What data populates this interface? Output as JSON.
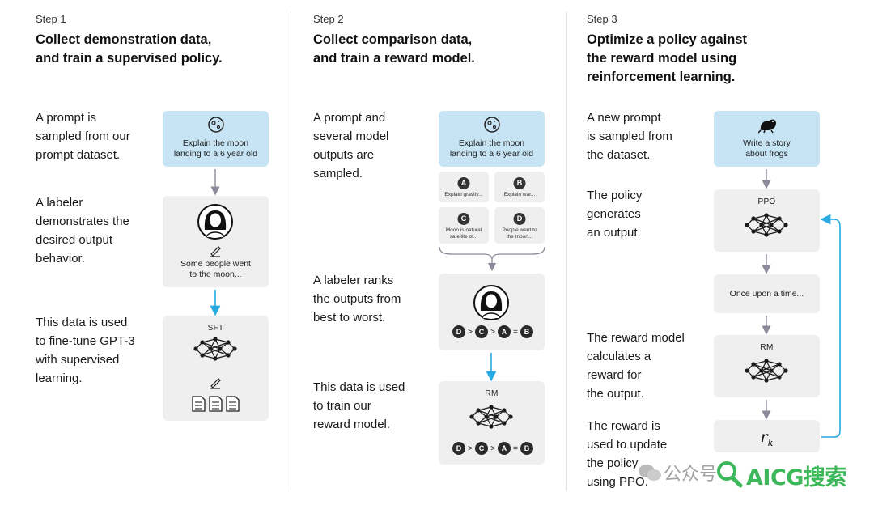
{
  "step1": {
    "label": "Step 1",
    "title": "Collect demonstration data,\nand train a supervised policy.",
    "desc1": "A prompt is\nsampled from our\nprompt dataset.",
    "desc2": "A labeler\ndemonstrates the\ndesired output\nbehavior.",
    "desc3": "This data is used\nto fine-tune GPT-3\nwith supervised\nlearning.",
    "prompt_text": "Explain the moon\nlanding to a 6 year old",
    "demo_text": "Some people went\nto the moon...",
    "model_label": "SFT"
  },
  "step2": {
    "label": "Step 2",
    "title": "Collect comparison data,\nand train a reward model.",
    "desc1": "A prompt and\nseveral model\noutputs are\nsampled.",
    "desc2": "A labeler ranks\nthe outputs from\nbest to worst.",
    "desc3": "This data is used\nto train our\nreward model.",
    "prompt_text": "Explain the moon\nlanding to a 6 year old",
    "outputs": [
      {
        "letter": "A",
        "text": "Explain gravity..."
      },
      {
        "letter": "B",
        "text": "Explain war..."
      },
      {
        "letter": "C",
        "text": "Moon is natural\nsatellite of..."
      },
      {
        "letter": "D",
        "text": "People went to\nthe moon..."
      }
    ],
    "ranking": [
      "D",
      ">",
      "C",
      ">",
      "A",
      "=",
      "B"
    ],
    "model_label": "RM"
  },
  "step3": {
    "label": "Step 3",
    "title": "Optimize a policy against\nthe reward model using\nreinforcement learning.",
    "desc1": "A new prompt\nis sampled from\nthe dataset.",
    "desc2": "The policy\ngenerates\nan output.",
    "desc3": "The reward model\ncalculates a\nreward for\nthe output.",
    "desc4": "The reward is\nused to update\nthe policy\nusing PPO.",
    "prompt_text": "Write a story\nabout frogs",
    "policy_label": "PPO",
    "output_text": "Once upon a time...",
    "rm_label": "RM",
    "reward_symbol": "r",
    "reward_subscript": "k"
  },
  "watermark": {
    "cn_text": "公众号",
    "brand_text": "AICG搜索"
  },
  "colors": {
    "blue_box": "#c7e4f4",
    "gray_box": "#efefef",
    "arrow_gray": "#8a8a9a",
    "arrow_blue": "#27a9e1",
    "brand_green": "#3cb85a"
  },
  "icons": [
    "moon-icon",
    "frog-icon",
    "labeler-avatar-icon",
    "pencil-icon",
    "document-icon",
    "neural-network-icon"
  ]
}
